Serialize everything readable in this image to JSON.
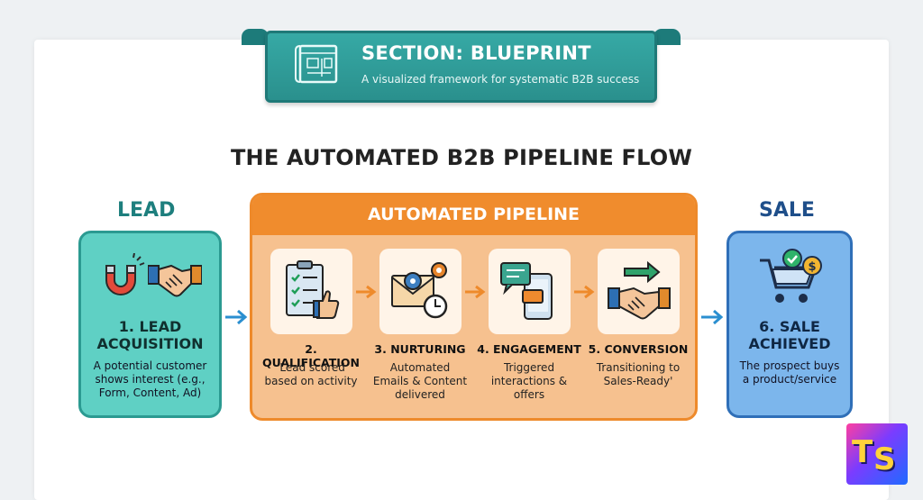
{
  "banner": {
    "title": "SECTION: BLUEPRINT",
    "subtitle": "A visualized framework for systematic B2B success"
  },
  "flow_title": "THE AUTOMATED B2B PIPELINE FLOW",
  "lead": {
    "label": "LEAD",
    "title_line1": "1. LEAD",
    "title_line2": "ACQUISITION",
    "desc_line1": "A potential customer",
    "desc_line2": "shows interest (e.g.,",
    "desc_line3": "Form, Content, Ad)",
    "icons": [
      "magnet-icon",
      "handshake-icon"
    ]
  },
  "pipeline": {
    "title": "AUTOMATED PIPELINE",
    "stages": [
      {
        "title": "2. QUALIFICATION",
        "desc_line1": "'Lead scored",
        "desc_line2": "based on activity",
        "desc_line3": "",
        "icon": "checklist-thumbs-up-icon"
      },
      {
        "title": "3. NURTURING",
        "desc_line1": "Automated",
        "desc_line2": "Emails & Content",
        "desc_line3": "delivered",
        "icon": "email-gear-clock-icon"
      },
      {
        "title": "4. ENGAGEMENT",
        "desc_line1": "Triggered",
        "desc_line2": "interactions &",
        "desc_line3": "offers",
        "icon": "chat-phone-icon"
      },
      {
        "title": "5. CONVERSION",
        "desc_line1": "Transitioning to",
        "desc_line2": "Sales-Ready'",
        "desc_line3": "",
        "icon": "handshake-arrow-icon"
      }
    ]
  },
  "sale": {
    "label": "SALE",
    "title_line1": "6. SALE",
    "title_line2": "ACHIEVED",
    "desc_line1": "The prospect buys",
    "desc_line2": "a product/service",
    "icon": "shopping-cart-check-dollar-icon"
  },
  "logo": {
    "letter1": "T",
    "letter2": "S",
    "icon": "ts-logo-icon"
  },
  "colors": {
    "teal": "#36a9a5",
    "lead_fill": "#5fd0c4",
    "pipeline_orange": "#f08c2d",
    "pipeline_fill": "#f6c18f",
    "sale_fill": "#7cb6ec",
    "sale_text": "#1f4f8a",
    "arrow_blue": "#2b8fd0"
  }
}
